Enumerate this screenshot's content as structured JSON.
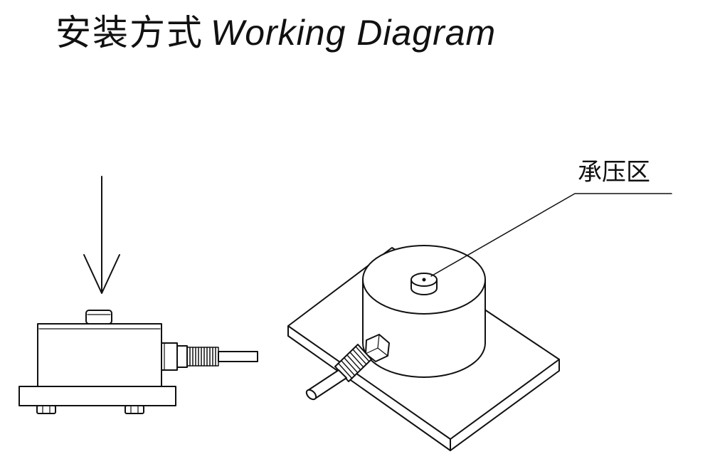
{
  "title": {
    "zh": "安装方式",
    "en": "Working Diagram"
  },
  "callout": {
    "label": "承压区"
  },
  "colors": {
    "line": "#111111",
    "background": "#ffffff"
  },
  "icons": {
    "load_arrow": "down-arrow-icon"
  }
}
